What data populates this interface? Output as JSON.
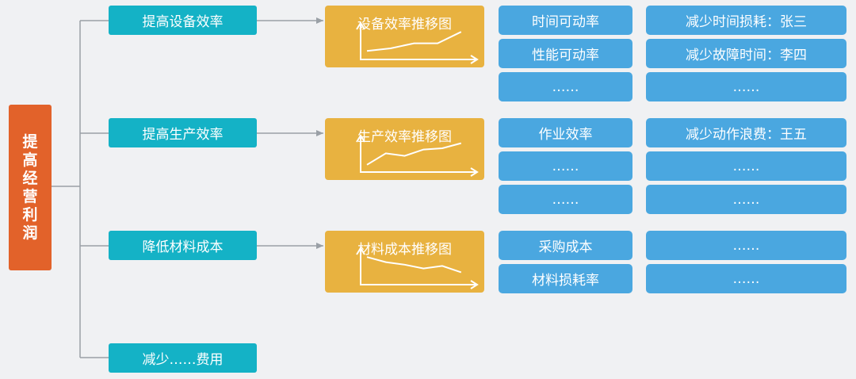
{
  "root": {
    "label": "提高经营利润",
    "chars": [
      "提",
      "高",
      "经",
      "营",
      "利",
      "润"
    ]
  },
  "branches": [
    {
      "label": "提高设备效率",
      "chart": {
        "title": "设备效率推移图",
        "trend": "up",
        "points": [
          0.15,
          0.25,
          0.45,
          0.45,
          0.9
        ]
      },
      "metrics": [
        "时间可动率",
        "性能可动率",
        "……"
      ],
      "actions": [
        "减少时间损耗：张三",
        "减少故障时间：李四",
        "……"
      ]
    },
    {
      "label": "提高生产效率",
      "chart": {
        "title": "生产效率推移图",
        "trend": "up",
        "points": [
          0.1,
          0.55,
          0.45,
          0.7,
          0.75,
          0.95
        ]
      },
      "metrics": [
        "作业效率",
        "……",
        "……"
      ],
      "actions": [
        "减少动作浪费：王五",
        "……",
        "……"
      ]
    },
    {
      "label": "降低材料成本",
      "chart": {
        "title": "材料成本推移图",
        "trend": "down",
        "points": [
          0.9,
          0.7,
          0.6,
          0.45,
          0.55,
          0.3
        ]
      },
      "metrics": [
        "采购成本",
        "材料损耗率"
      ],
      "actions": [
        "……",
        "……"
      ]
    },
    {
      "label": "减少……费用"
    }
  ],
  "colors": {
    "root": "#e2622a",
    "branch": "#14b2c6",
    "chart": "#e8b240",
    "item": "#4aa7e0",
    "connector": "#9aa0a6",
    "background": "#f0f1f3"
  }
}
